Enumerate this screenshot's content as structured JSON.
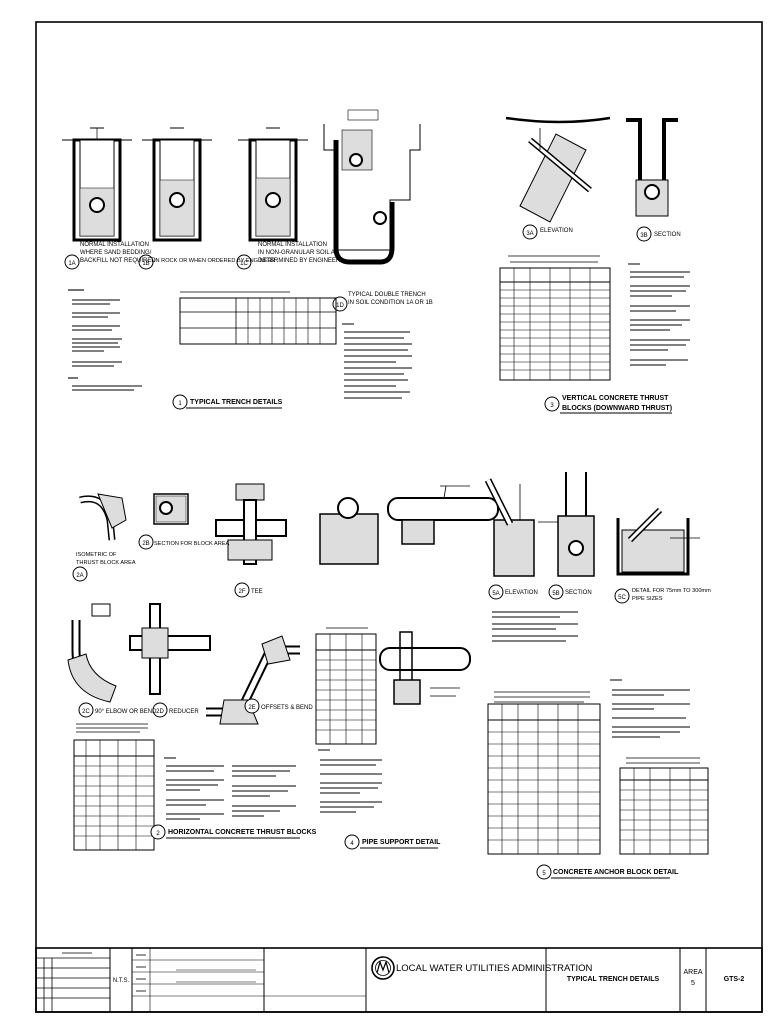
{
  "details": {
    "trench": {
      "labels": {
        "a": "NORMAL INSTALLATION",
        "a2": "WHERE SAND BEDDING/",
        "a3": "BACKFILL NOT REQUIRED",
        "b": "IN ROCK OR WHEN ORDERED BY ENGINEER",
        "c": "NORMAL INSTALLATION",
        "c2": "IN NON-GRANULAR SOIL AS",
        "c3": "DETERMINED BY ENGINEER",
        "d": "TYPICAL DOUBLE TRENCH",
        "d2": "IN SOIL CONDITION 1A OR 1B"
      },
      "title": "TYPICAL TRENCH DETAILS"
    },
    "vertical": {
      "elevation": "ELEVATION",
      "section": "SECTION",
      "title": "VERTICAL CONCRETE THRUST",
      "title2": "BLOCKS (DOWNWARD THRUST)"
    },
    "horizontal": {
      "isometric": "ISOMETRIC OF",
      "isometric2": "THRUST BLOCK AREA",
      "section": "SECTION FOR BLOCK AREA",
      "tee": "TEE",
      "elbow": "90° ELBOW OR BEND",
      "reducer": "REDUCER",
      "offsets": "OFFSETS & BEND",
      "title": "HORIZONTAL CONCRETE THRUST BLOCKS"
    },
    "pipe_support": {
      "title": "PIPE SUPPORT DETAIL"
    },
    "anchor": {
      "elevation": "ELEVATION",
      "section": "SECTION",
      "detail": "DETAIL FOR 75mm TO 300mm",
      "detail2": "PIPE SIZES",
      "title": "CONCRETE ANCHOR BLOCK DETAIL"
    }
  },
  "title_block": {
    "scale": "N.T.S.",
    "agency": "LOCAL WATER UTILITIES ADMINISTRATION",
    "drawing_title": "TYPICAL TRENCH DETAILS",
    "area_label": "AREA",
    "area_value": "5",
    "sheet_no": "GTS-2"
  }
}
